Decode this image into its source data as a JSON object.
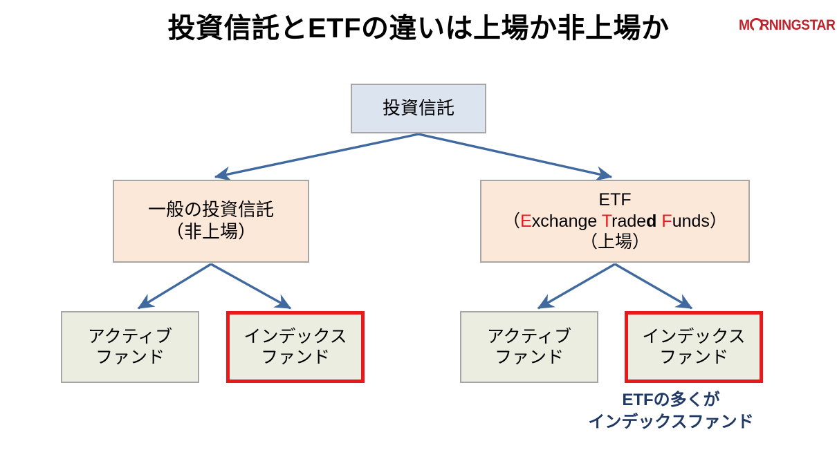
{
  "title": "投資信託とETFの違いは上場か非上場か",
  "logo": {
    "brand": "MORNINGSTAR",
    "color": "#c0232c"
  },
  "colors": {
    "root_fill": "#dce4ef",
    "mid_fill": "#fce8d8",
    "leaf_fill": "#eaeddf",
    "box_border": "#a6a6a6",
    "highlight_border": "#e8181c",
    "arrow": "#40699f",
    "caption": "#1f3864",
    "accent_red": "#e8181c"
  },
  "diagram": {
    "root": {
      "label": "投資信託"
    },
    "branch_left": {
      "line1": "一般の投資信託",
      "line2": "（非上場）"
    },
    "branch_right": {
      "line1": "ETF",
      "line2_prefix": "（",
      "line2_e": "E",
      "line2_xchange": "xchange ",
      "line2_t": "T",
      "line2_rade": "rade",
      "line2_d": "d",
      "line2_space": " ",
      "line2_f": "F",
      "line2_unds": "unds",
      "line2_suffix": "）",
      "line3": "（上場）"
    },
    "leaves": [
      {
        "line1": "アクティブ",
        "line2": "ファンド",
        "highlighted": false
      },
      {
        "line1": "インデックス",
        "line2": "ファンド",
        "highlighted": true
      },
      {
        "line1": "アクティブ",
        "line2": "ファンド",
        "highlighted": false
      },
      {
        "line1": "インデックス",
        "line2": "ファンド",
        "highlighted": true
      }
    ],
    "caption": {
      "line1": "ETFの多くが",
      "line2": "インデックスファンド"
    }
  }
}
